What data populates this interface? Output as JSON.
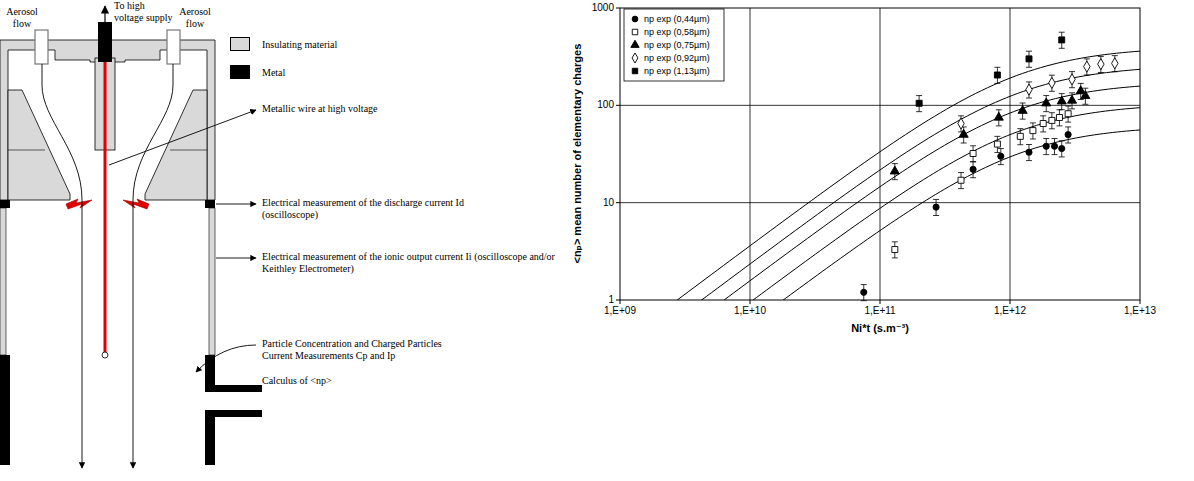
{
  "diagram": {
    "labels": [
      "To high voltage supply",
      "Aerosol flow",
      "Aerosol flow",
      "Metallic wire at high voltage",
      "Electrical measurement of the discharge current Id (oscilloscope)",
      "Electrical measurement of the ionic output current Ii (oscilloscope and/or Keithley Electrometer)",
      "Particle Concentration and Charged Particles Current Measurements Cp and Ip",
      "Calculus of <np>",
      "1000",
      "100",
      "10",
      "1",
      "1,E+09",
      "1,E+10",
      "1,E+11",
      "1,E+12",
      "1,E+13",
      "<nₚ> mean number of elementary charges",
      "Ni*t  (s.m⁻³)"
    ],
    "legend": [
      {
        "text": "Insulating material",
        "color": "#d9d9d9"
      },
      {
        "text": "Metal",
        "color": "#000000"
      },
      {
        "text": "np exp (0,44µm)"
      },
      {
        "text": "np exp (0,58µm)"
      },
      {
        "text": "np exp (0,75µm)"
      },
      {
        "text": "np exp (0,92µm)"
      },
      {
        "text": "np exp (1,13µm)"
      }
    ]
  }
}
